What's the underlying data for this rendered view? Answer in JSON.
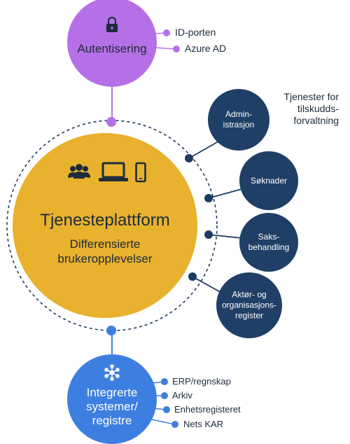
{
  "auth": {
    "title": "Autentisering",
    "icon": "lock-icon",
    "items": [
      "ID-porten",
      "Azure AD"
    ],
    "color": "#b570e8"
  },
  "platform": {
    "title": "Tjenesteplattform",
    "subtitle_line1": "Differensierte",
    "subtitle_line2": "brukeropplevelser",
    "icons": [
      "users-icon",
      "laptop-icon",
      "phone-icon"
    ],
    "color": "#e8b12e"
  },
  "services": {
    "heading_line1": "Tjenester for",
    "heading_line2": "tilskudds-",
    "heading_line3": "forvaltning",
    "color": "#1f3f66",
    "nodes": [
      {
        "line1": "Admin-",
        "line2": "istrasjon",
        "line3": ""
      },
      {
        "line1": "Søknader",
        "line2": "",
        "line3": ""
      },
      {
        "line1": "Saks-",
        "line2": "behandling",
        "line3": ""
      },
      {
        "line1": "Aktør- og",
        "line2": "organisasjons-",
        "line3": "register"
      }
    ]
  },
  "integration": {
    "title_line1": "Integrerte",
    "title_line2": "systemer/",
    "title_line3": "registre",
    "icon": "network-icon",
    "items": [
      "ERP/regnskap",
      "Arkiv",
      "Enhetsregisteret",
      "Nets KAR"
    ],
    "color": "#3d7fe0"
  },
  "colors": {
    "dark_line": "#1d3a5f",
    "dashed_ring": "#1d3a5f"
  }
}
